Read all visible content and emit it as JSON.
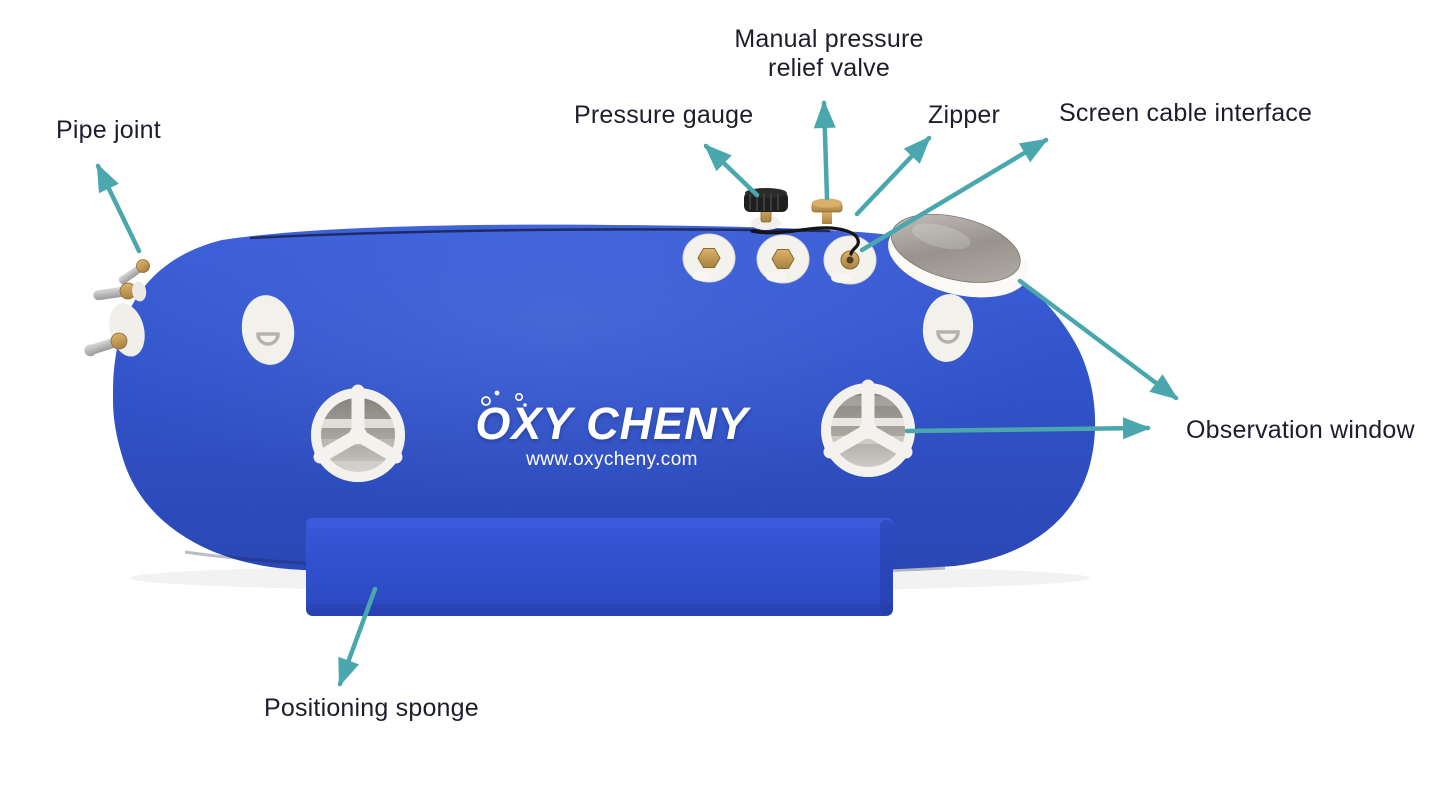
{
  "diagram": {
    "title_none_visible": "",
    "product_brand_on_device": "OXY CHENY"
  },
  "brand": {
    "name": "OXY CHENY",
    "website": "www.oxycheny.com"
  },
  "labels": {
    "pipe_joint": "Pipe joint",
    "manual_relief_valve": "Manual pressure relief valve",
    "pressure_gauge": "Pressure gauge",
    "zipper": "Zipper",
    "screen_cable_interface": "Screen cable interface",
    "observation_window": "Observation window",
    "positioning_sponge": "Positioning sponge"
  },
  "colors": {
    "background": "#ffffff",
    "label_text": "#1d1d2b",
    "arrow": "#4aa7ae",
    "chamber_blue": "#3052c8",
    "sponge_blue": "#2f4ec9",
    "brass": "#c49a58",
    "glass_grey": "#a39e98",
    "logo_white": "#ffffff"
  }
}
